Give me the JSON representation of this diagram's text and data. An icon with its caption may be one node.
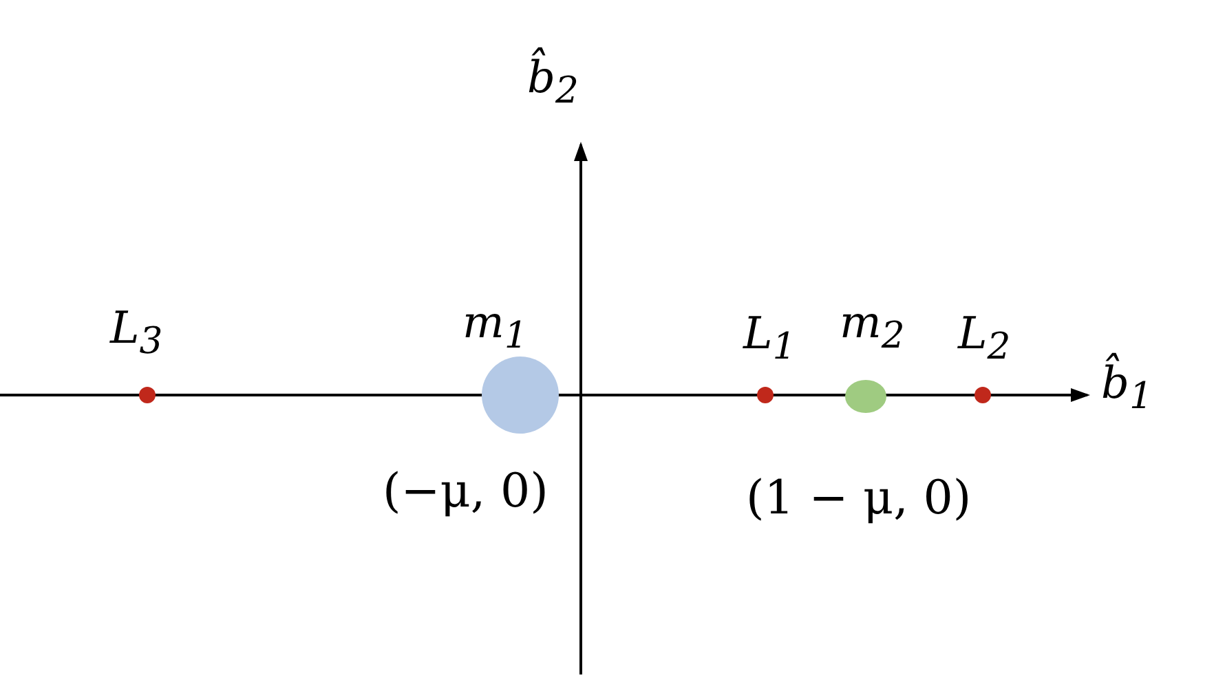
{
  "diagram": {
    "nodes": [
      {
        "text": [
          "L$_{3}$"
        ]
      },
      {
        "text": [
          "m$_{1}$"
        ],
        "beside": [
          "(−μ, 0)"
        ]
      },
      {
        "text": [
          "L$_{1}$"
        ]
      },
      {
        "text": [
          "m$_{2}$"
        ],
        "beside": [
          "(1 − μ, 0)"
        ]
      },
      {
        "text": [
          "L$_{2}$"
        ]
      }
    ],
    "labels": [
      "b̂$_{2}$",
      "b̂$_{1}$"
    ]
  }
}
